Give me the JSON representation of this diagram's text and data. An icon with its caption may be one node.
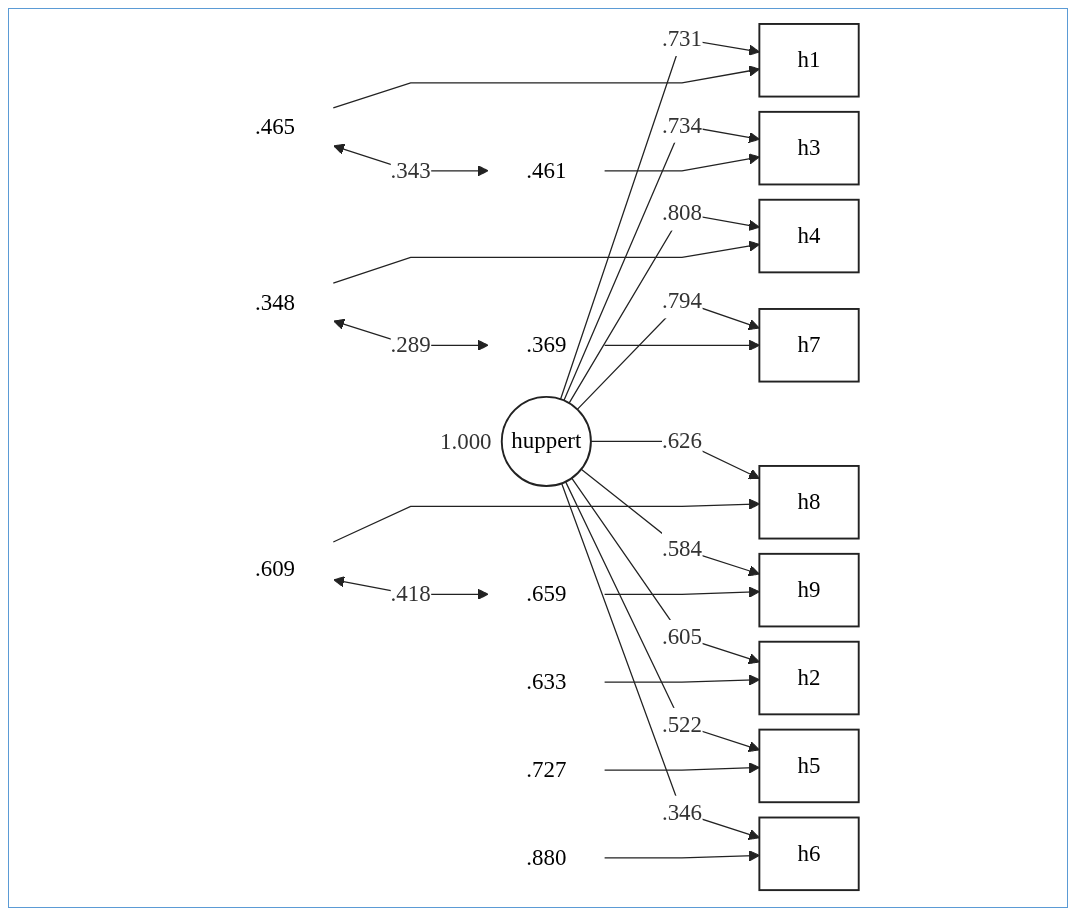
{
  "diagram": {
    "nodes": [
      {
        "text": [
          "huppert"
        ],
        "beside": [
          "1.000"
        ]
      },
      {
        "text": [
          "h1"
        ]
      },
      {
        "text": [
          "h3"
        ]
      },
      {
        "text": [
          "h2"
        ]
      },
      {
        "text": [
          "h4"
        ]
      },
      {
        "text": [
          "h7"
        ]
      },
      {
        "text": [
          "h5"
        ]
      },
      {
        "text": [
          "h6"
        ]
      },
      {
        "text": [
          "h8"
        ]
      },
      {
        "text": [
          "h9"
        ]
      },
      {
        "text": [
          ".465"
        ]
      },
      {
        "text": [
          ".461"
        ]
      },
      {
        "text": [
          ".633"
        ]
      },
      {
        "text": [
          ".348"
        ]
      },
      {
        "text": [
          ".369"
        ]
      },
      {
        "text": [
          ".727"
        ]
      },
      {
        "text": [
          ".880"
        ]
      },
      {
        "text": [
          ".609"
        ]
      },
      {
        "text": [
          ".659"
        ]
      }
    ],
    "edges": [
      {
        "from": 0,
        "to": 1,
        "arrow": "to",
        "label": ".731"
      },
      {
        "from": 0,
        "to": 2,
        "arrow": "to",
        "label": ".734"
      },
      {
        "from": 0,
        "to": 3,
        "arrow": "to",
        "label": ".605"
      },
      {
        "from": 0,
        "to": 4,
        "arrow": "to",
        "label": ".808"
      },
      {
        "from": 0,
        "to": 5,
        "arrow": "to",
        "label": ".794"
      },
      {
        "from": 0,
        "to": 6,
        "arrow": "to",
        "label": ".522"
      },
      {
        "from": 0,
        "to": 7,
        "arrow": "to",
        "label": ".346"
      },
      {
        "from": 0,
        "to": 8,
        "arrow": "to",
        "label": ".626"
      },
      {
        "from": 0,
        "to": 9,
        "arrow": "to",
        "label": ".584"
      },
      {
        "from": 10,
        "to": 1,
        "arrow": "to"
      },
      {
        "from": 11,
        "to": 2,
        "arrow": "to"
      },
      {
        "from": 12,
        "to": 3,
        "arrow": "to"
      },
      {
        "from": 13,
        "to": 4,
        "arrow": "to"
      },
      {
        "from": 14,
        "to": 5,
        "arrow": "to"
      },
      {
        "from": 15,
        "to": 6,
        "arrow": "to"
      },
      {
        "from": 16,
        "to": 7,
        "arrow": "to"
      },
      {
        "from": 17,
        "to": 8,
        "arrow": "to"
      },
      {
        "from": 18,
        "to": 9,
        "arrow": "to"
      },
      {
        "from": 10,
        "to": 11,
        "arrow": "both",
        "label": ".343"
      },
      {
        "from": 13,
        "to": 14,
        "arrow": "both",
        "label": ".289"
      },
      {
        "from": 17,
        "to": 18,
        "arrow": "both",
        "label": ".418"
      }
    ]
  }
}
